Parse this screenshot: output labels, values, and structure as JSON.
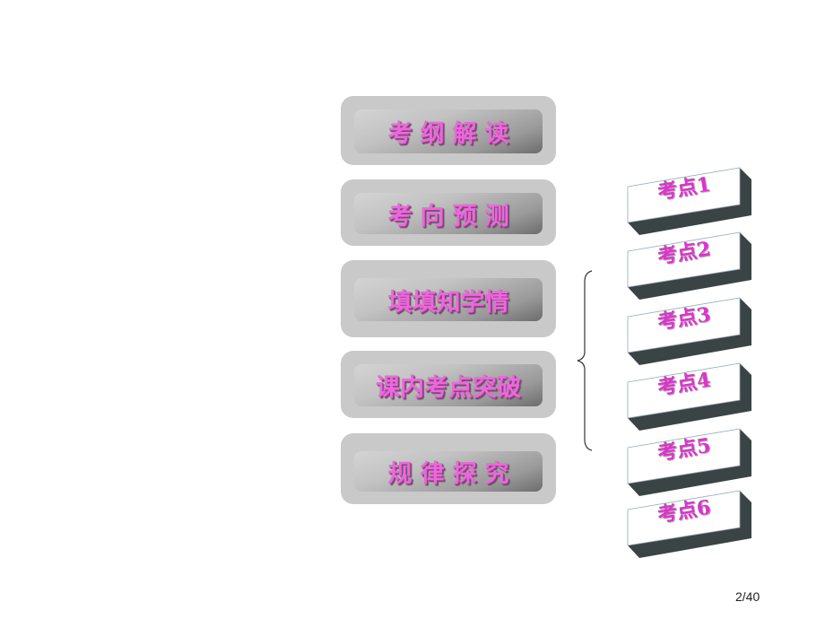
{
  "nav_buttons": [
    {
      "label": "考纲解读",
      "spaced": true
    },
    {
      "label": "考向预测",
      "spaced": true
    },
    {
      "label": "填填知学情",
      "spaced": false
    },
    {
      "label": "课内考点突破",
      "spaced": false
    },
    {
      "label": "规律探究",
      "spaced": true
    }
  ],
  "kaodian": [
    {
      "label": "考点1"
    },
    {
      "label": "考点2"
    },
    {
      "label": "考点3"
    },
    {
      "label": "考点4"
    },
    {
      "label": "考点5"
    },
    {
      "label": "考点6"
    }
  ],
  "page_number": "2/40",
  "colors": {
    "label_pink": "#ee66dd",
    "box_gray": "#c9c9c9",
    "block_dark": "#3a4444"
  }
}
